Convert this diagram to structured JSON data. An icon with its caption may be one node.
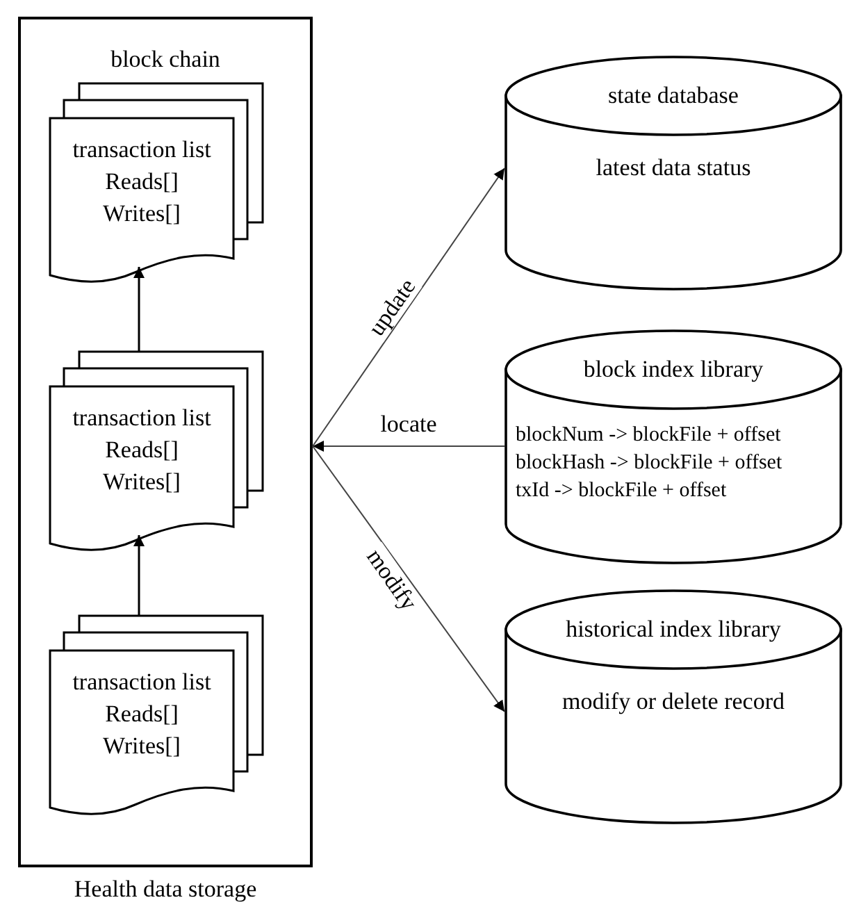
{
  "diagram": {
    "nodes": [
      {
        "text": [
          "block chain"
        ],
        "beside": [
          "Health data storage"
        ]
      },
      {
        "text": [
          "transaction list",
          "Reads[]",
          "Writes[]"
        ],
        "in": 0
      },
      {
        "text": [
          "transaction list",
          "Reads[]",
          "Writes[]"
        ],
        "in": 0
      },
      {
        "text": [
          "transaction list",
          "Reads[]",
          "Writes[]"
        ],
        "in": 0
      },
      {
        "text": [
          "state database",
          "latest data status"
        ]
      },
      {
        "text": [
          "block index library",
          "blockNum -> blockFile + offset",
          "blockHash -> blockFile + offset",
          "txId -> blockFile + offset"
        ]
      },
      {
        "text": [
          "historical index library",
          "modify or delete record"
        ]
      }
    ],
    "edges": [
      {
        "from": 2,
        "to": 1,
        "arrow": "to"
      },
      {
        "from": 3,
        "to": 2,
        "arrow": "to"
      },
      {
        "from": 0,
        "to": 4,
        "label": "update",
        "arrow": "to"
      },
      {
        "from": 5,
        "to": 0,
        "label": "locate",
        "arrow": "to"
      },
      {
        "from": 0,
        "to": 6,
        "label": "modify",
        "arrow": "to"
      }
    ]
  }
}
